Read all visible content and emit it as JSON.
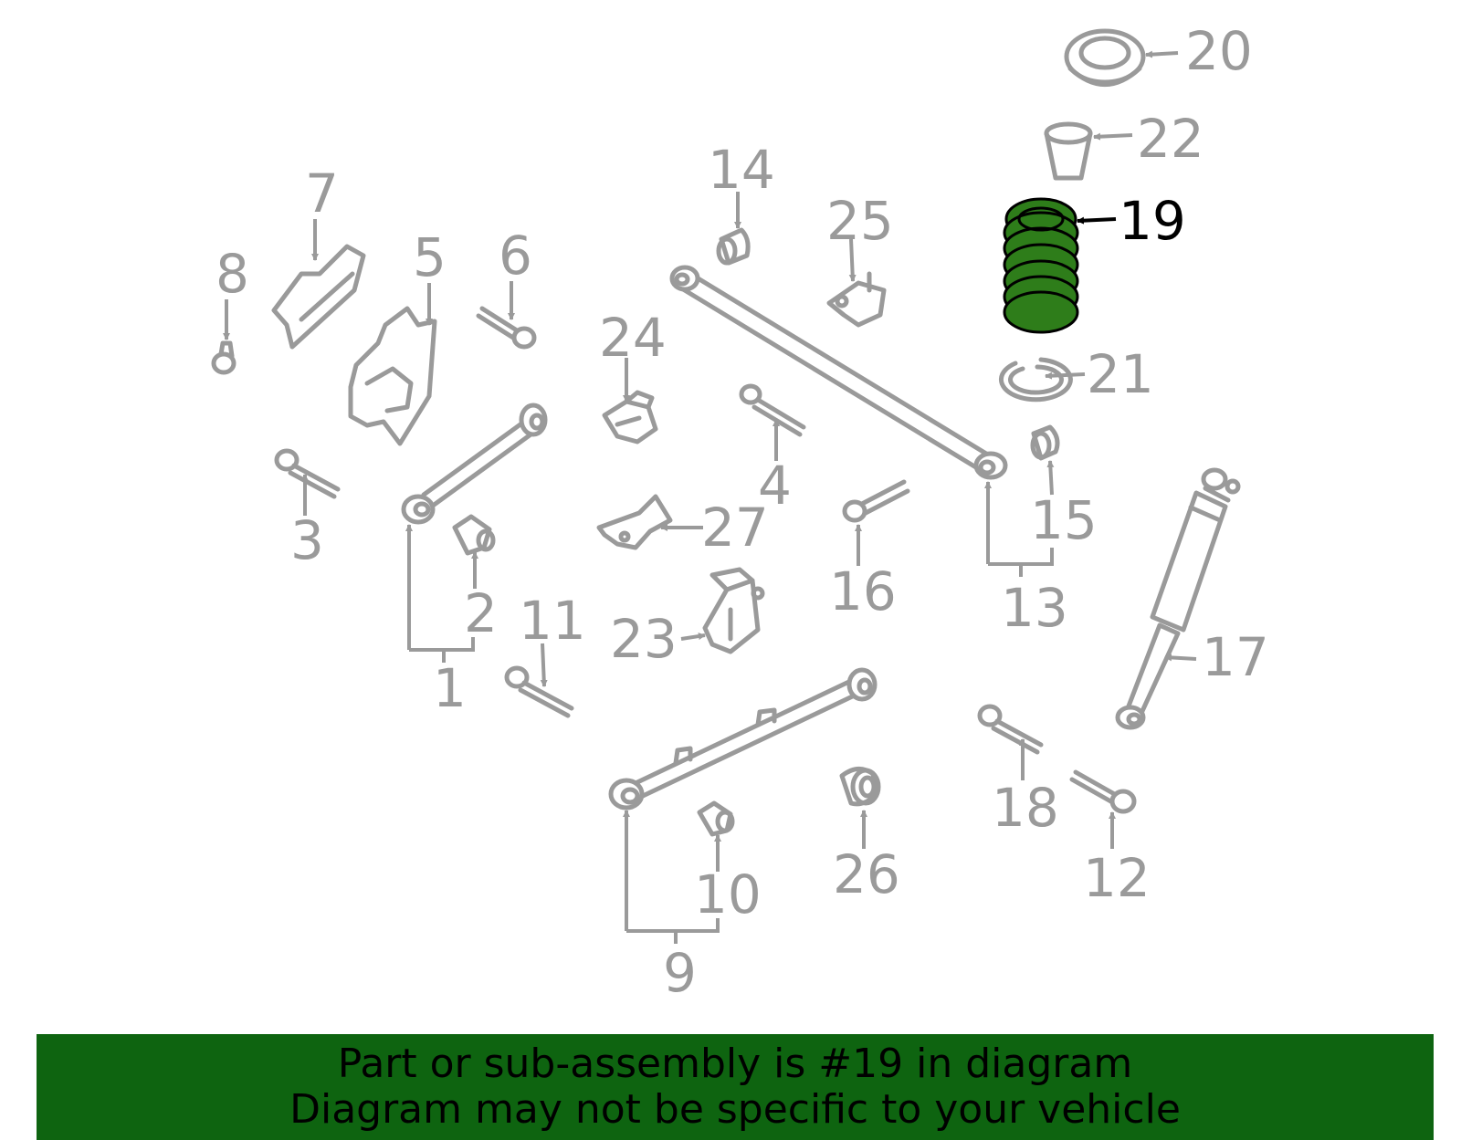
{
  "diagram": {
    "highlight_part": "19",
    "highlight_color": "#2e7d1a",
    "line_color": "#9a9a9a",
    "part_labels": [
      "1",
      "2",
      "3",
      "4",
      "5",
      "6",
      "7",
      "8",
      "9",
      "10",
      "11",
      "12",
      "13",
      "14",
      "15",
      "16",
      "17",
      "18",
      "19",
      "20",
      "21",
      "22",
      "23",
      "24",
      "25",
      "26",
      "27"
    ]
  },
  "banner": {
    "line1": "Part or sub-assembly is #19 in diagram",
    "line2": "Diagram may not be specific to your vehicle",
    "background": "#0e6410"
  }
}
